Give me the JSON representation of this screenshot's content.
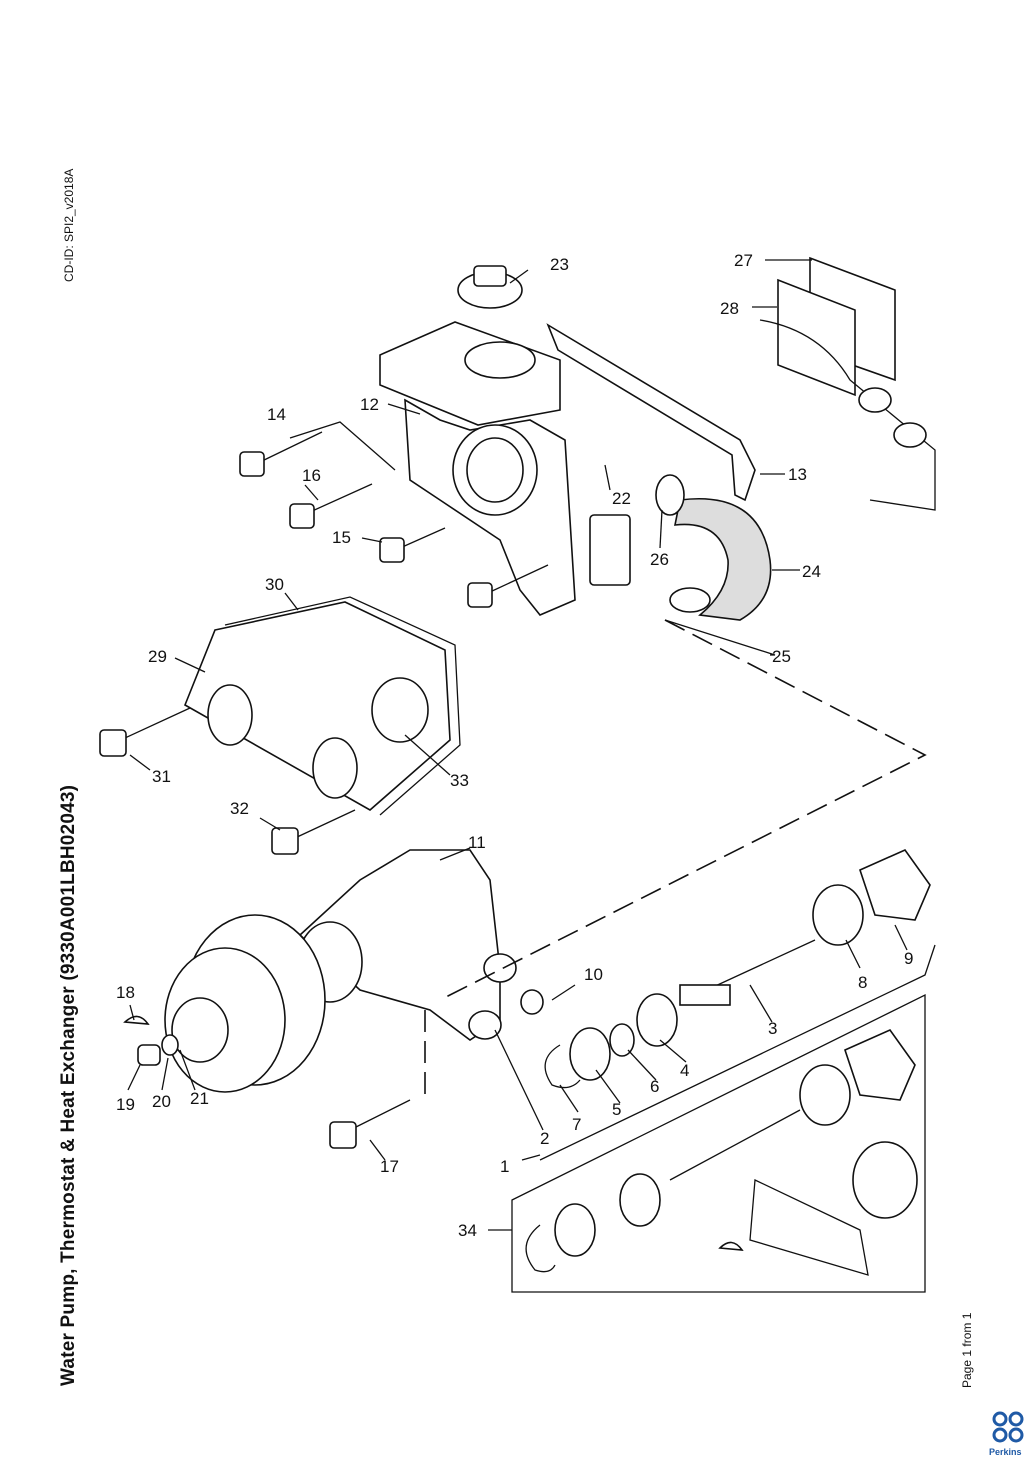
{
  "document": {
    "title": "Water Pump, Thermostat & Heat Exchanger (9330A001LBH02043)",
    "cd_id": "CD-ID: SPI2_v2018A",
    "page": "Page 1 from 1",
    "brand": "Perkins",
    "brand_color": "#1f5aa6"
  },
  "callouts": [
    "1",
    "2",
    "3",
    "4",
    "5",
    "6",
    "7",
    "8",
    "9",
    "10",
    "11",
    "12",
    "13",
    "14",
    "15",
    "16",
    "17",
    "18",
    "19",
    "20",
    "21",
    "22",
    "23",
    "24",
    "25",
    "26",
    "27",
    "28",
    "29",
    "30",
    "31",
    "32",
    "33",
    "34"
  ]
}
